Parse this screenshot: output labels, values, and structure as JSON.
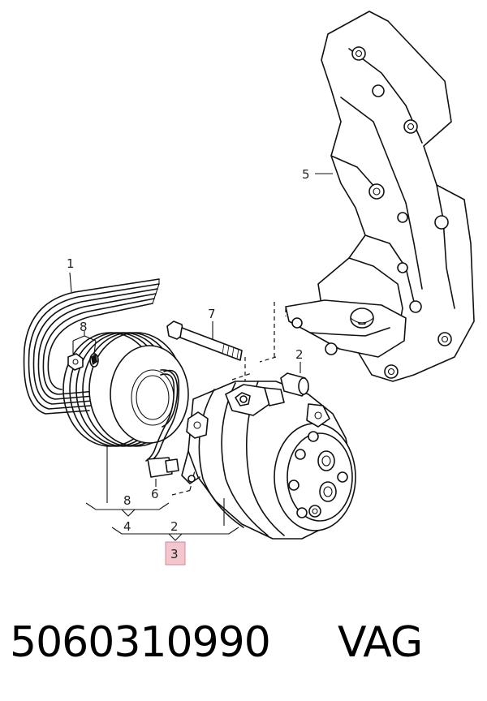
{
  "diagram": {
    "callouts": {
      "c1": "1",
      "c2a": "2",
      "c2b": "2",
      "c3": "3",
      "c4": "4",
      "c5": "5",
      "c6": "6",
      "c7": "7",
      "c8a": "8",
      "c8b": "8"
    },
    "highlight_color": "#f2c6cc"
  },
  "footer": {
    "part_number": "5060310990",
    "brand": "VAG"
  }
}
